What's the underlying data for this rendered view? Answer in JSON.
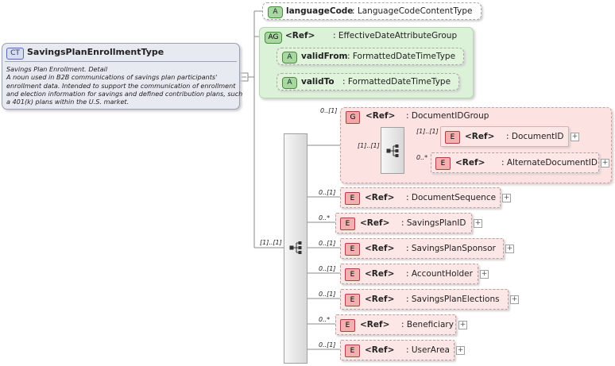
{
  "complex_type": {
    "badge": "CT",
    "name": "SavingsPlanEnrollmentType",
    "doc_lines": [
      "Savings Plan Enrollment. Detail",
      "A noun used in B2B communications of savings plan participants'",
      "enrollment  data. Intended to support the communication of enrollment",
      "and election information for savings and defined contribution plans, such",
      "a 401(k) plans within the U.S. market."
    ]
  },
  "attribute_language": {
    "badge": "A",
    "name": "languageCode",
    "type": ": LanguageCodeContentType"
  },
  "attribute_group": {
    "badge": "AG",
    "ref": "<Ref>",
    "name": ": EffectiveDateAttributeGroup",
    "attributes": [
      {
        "badge": "A",
        "name": "validFrom",
        "type": ": FormattedDateTimeType"
      },
      {
        "badge": "A",
        "name": "validTo",
        "type": ": FormattedDateTimeType"
      }
    ]
  },
  "sequence_cardinality": "[1]..[1]",
  "group": {
    "badge": "G",
    "ref": "<Ref>",
    "name": ": DocumentIDGroup",
    "cardinality": "0..[1]",
    "inner_cardinality": "[1]..[1]",
    "elements": [
      {
        "badge": "E",
        "ref": "<Ref>",
        "name": ": DocumentID",
        "cardinality": "[1]..[1]"
      },
      {
        "badge": "E",
        "ref": "<Ref>",
        "name": ": AlternateDocumentID",
        "cardinality": "0..*"
      }
    ]
  },
  "elements": [
    {
      "badge": "E",
      "ref": "<Ref>",
      "name": ": DocumentSequence",
      "cardinality": "0..[1]"
    },
    {
      "badge": "E",
      "ref": "<Ref>",
      "name": ": SavingsPlanID",
      "cardinality": "0..*"
    },
    {
      "badge": "E",
      "ref": "<Ref>",
      "name": ": SavingsPlanSponsor",
      "cardinality": "0..[1]"
    },
    {
      "badge": "E",
      "ref": "<Ref>",
      "name": ": AccountHolder",
      "cardinality": "0..[1]"
    },
    {
      "badge": "E",
      "ref": "<Ref>",
      "name": ": SavingsPlanElections",
      "cardinality": "0..[1]"
    },
    {
      "badge": "E",
      "ref": "<Ref>",
      "name": ": Beneficiary",
      "cardinality": "0..*"
    },
    {
      "badge": "E",
      "ref": "<Ref>",
      "name": ": UserArea",
      "cardinality": "0..[1]"
    }
  ],
  "expand_glyph": "+"
}
